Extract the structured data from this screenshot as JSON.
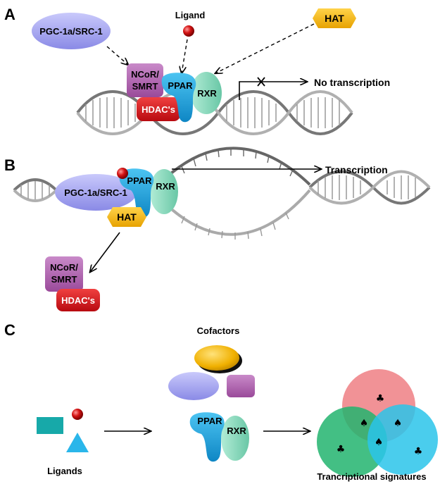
{
  "panel_a": {
    "letter": "A",
    "coactivator": "PGC-1a/SRC-1",
    "ligand": "Ligand",
    "hat": "HAT",
    "corepressor": [
      "NCoR/",
      "SMRT"
    ],
    "hdac": "HDAC's",
    "ppar": "PPAR",
    "rxr": "RXR",
    "outcome": "No transcription"
  },
  "panel_b": {
    "letter": "B",
    "coactivator": "PGC-1a/SRC-1",
    "ppar": "PPAR",
    "rxr": "RXR",
    "hat": "HAT",
    "outcome": "Transcription",
    "corepressor": [
      "NCoR/",
      "SMRT"
    ],
    "hdac": "HDAC's"
  },
  "panel_c": {
    "letter": "C",
    "cofactors": "Cofactors",
    "ligands": "Ligands",
    "ppar": "PPAR",
    "rxr": "RXR",
    "signatures": "Trancriptional signatures",
    "symbol": "♣",
    "symbol2": "♠"
  },
  "colors": {
    "coactivator": "#a6a6f0",
    "hat": "#f5b700",
    "ncor": "#b25fb2",
    "hdac": "#d9141e",
    "ppar": "#1ea8e0",
    "rxr": "#8fd9bf",
    "ligand": "#d41414",
    "dna": "#8a8a8a",
    "teal": "#17a9a9",
    "circle_red": "#ef7f84",
    "circle_green": "#22b46e",
    "circle_cyan": "#2ac4ea"
  }
}
